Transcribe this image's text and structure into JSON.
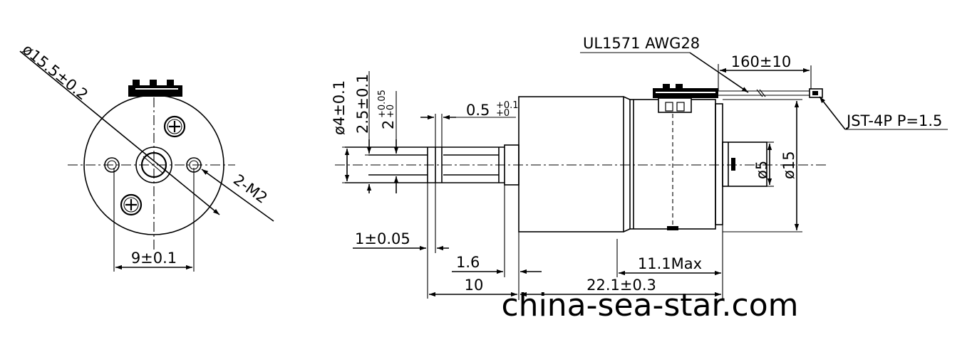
{
  "front_view": {
    "diameter_label": "ø15.5±0.2",
    "hole_spacing_label": "9±0.1",
    "screw_label": "2-M2"
  },
  "side_view": {
    "shaft_diameter_label": "ø4±0.1",
    "flat_label": "2.5±0.1",
    "flat2_label_main": "2",
    "flat2_tol_upper": "+0.05",
    "flat2_tol_lower": "+0",
    "groove_label_main": "0.5",
    "groove_tol_upper": "+0.1",
    "groove_tol_lower": "+0",
    "step_label": "1±0.05",
    "boss_label": "1.6",
    "shaft_length_label": "10",
    "body_length_label": "22.1±0.3",
    "motor_length_label": "11.1Max",
    "wire_label": "UL1571 AWG28",
    "wire_length_label": "160±10",
    "connector_label": "JST-4P P=1.5",
    "motor_diameter_label": "ø15",
    "rear_shaft_label": "ø5"
  },
  "watermark": "china-sea-star.com"
}
